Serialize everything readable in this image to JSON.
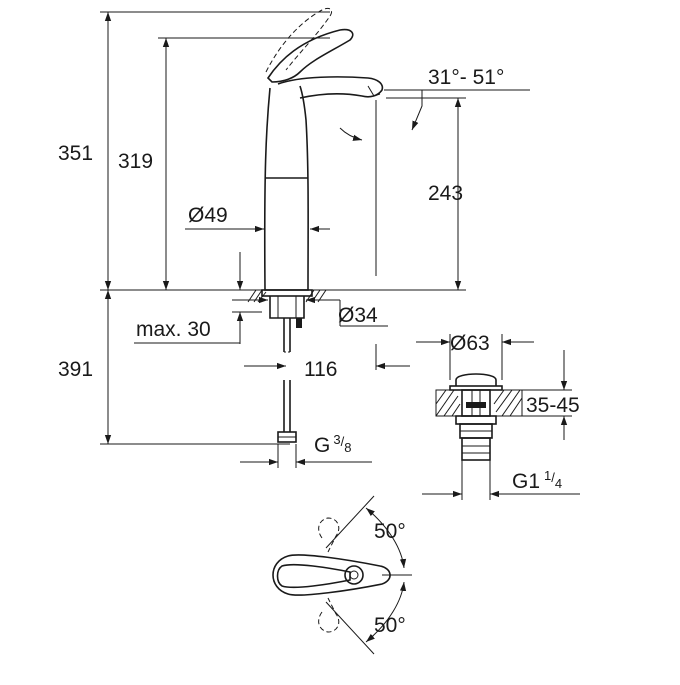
{
  "dimensions": {
    "overall_height": "351",
    "handle_height": "319",
    "spout_angle": "31°- 51°",
    "spout_height": "243",
    "body_diameter": "Ø49",
    "base_diameter": "Ø34",
    "max_thickness": "max. 30",
    "below_height": "391",
    "projection": "116",
    "supply_thread": "G",
    "supply_thread_num": "3",
    "supply_thread_den": "8",
    "waste_diameter": "Ø63",
    "waste_range": "35-45",
    "waste_thread": "G1",
    "waste_thread_num": "1",
    "waste_thread_den": "4",
    "rotation_back": "50°",
    "rotation_front": "50°"
  }
}
